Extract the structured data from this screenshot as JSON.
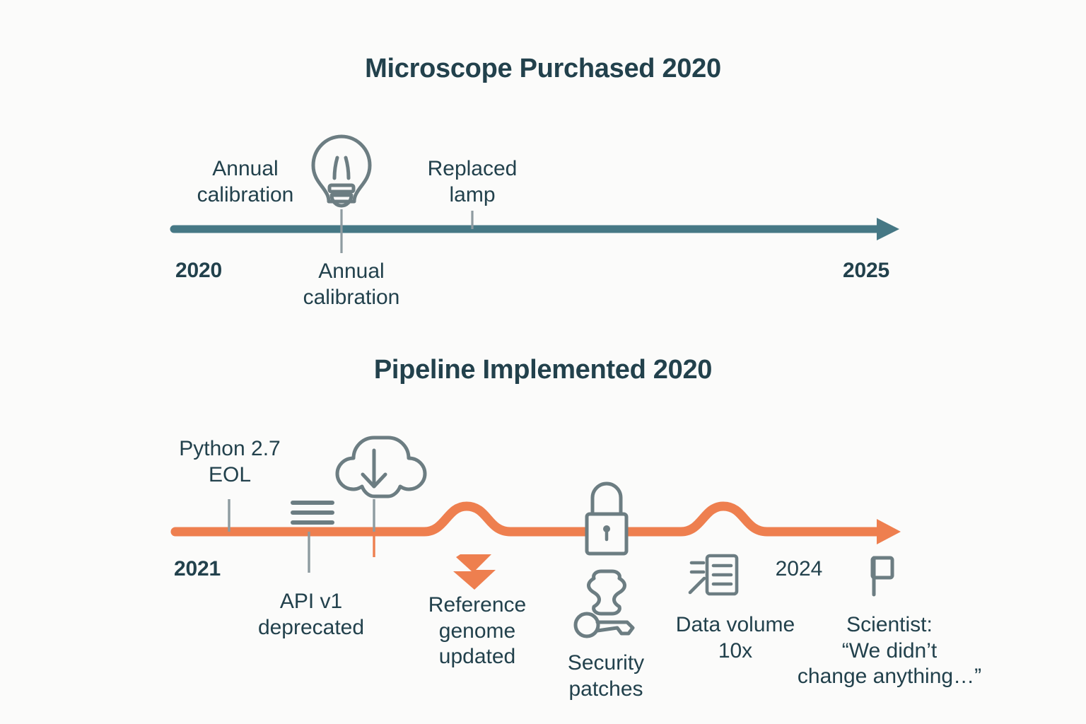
{
  "page": {
    "background_color": "#fbfbfa",
    "text_color": "#22414c",
    "icon_color": "#6c7d82"
  },
  "timelines": [
    {
      "id": "microscope",
      "title": "Microscope Purchased 2020",
      "accent_color": "#467885",
      "axis": {
        "start_year": "2020",
        "end_year": "2025"
      },
      "events": [
        {
          "name": "annual-calibration-above",
          "label": "Annual\ncalibration",
          "position": "above",
          "tick": false
        },
        {
          "name": "annual-calibration-below",
          "label": "Annual\ncalibration",
          "position": "below",
          "tick": true,
          "icon": "lightbulb-icon"
        },
        {
          "name": "replaced-lamp",
          "label": "Replaced\nlamp",
          "position": "above",
          "tick": true
        }
      ]
    },
    {
      "id": "pipeline",
      "title": "Pipeline Implemented 2020",
      "accent_color": "#ee7f4f",
      "axis": {
        "start_year": "2021",
        "mid_year": "2024"
      },
      "events": [
        {
          "name": "python-eol",
          "label": "Python 2.7\nEOL",
          "position": "above",
          "tick": true
        },
        {
          "name": "api-deprecated",
          "label": "API v1\ndeprecated",
          "position": "below",
          "tick": true,
          "icon": "list-bars-icon"
        },
        {
          "name": "reference-genome",
          "label": "Reference\ngenome\nupdated",
          "position": "below",
          "tick": true,
          "icon": "cloud-download-icon"
        },
        {
          "name": "security-patches",
          "label": "Security\npatches",
          "position": "below",
          "icon": "lock-icon"
        },
        {
          "name": "data-volume",
          "label": "Data volume\n10x",
          "position": "below",
          "icon": "document-speed-icon"
        },
        {
          "name": "scientist-quote",
          "label": "Scientist:\n“We didn’t\nchange anything…”",
          "position": "below",
          "icon": "flag-icon"
        }
      ]
    }
  ]
}
